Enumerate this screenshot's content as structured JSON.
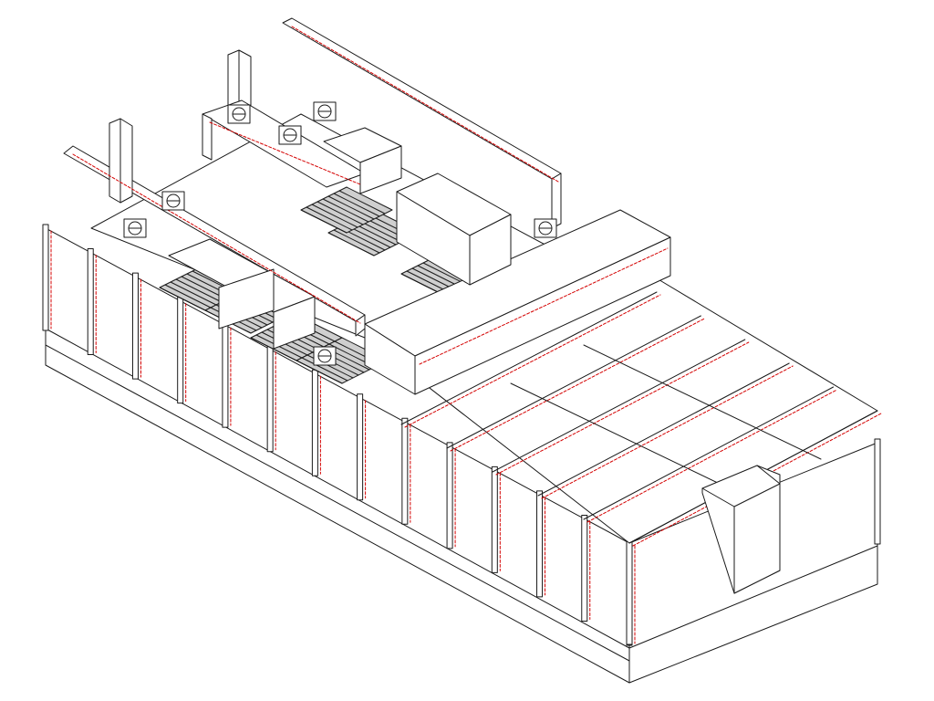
{
  "drawing": {
    "style": "isometric line drawing",
    "colors": {
      "line": "#1a1a1a",
      "hidden_edge": "#d40000",
      "fill": "#ffffff",
      "shade": "#cfcfcf"
    },
    "components": [
      "enclosure-base",
      "wall-panels",
      "roof-bays",
      "access-door",
      "duct-system",
      "fan-units",
      "roller-conveyors"
    ]
  }
}
